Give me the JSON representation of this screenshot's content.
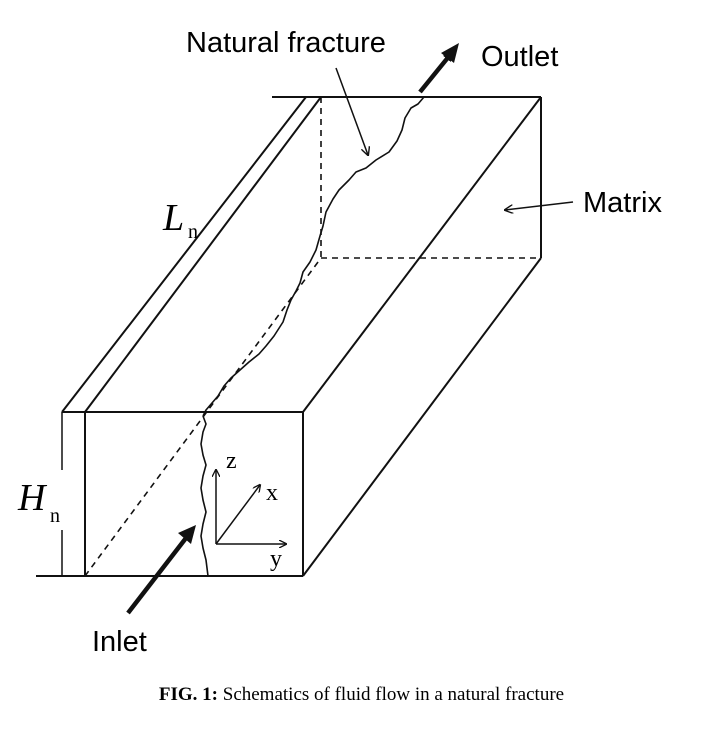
{
  "diagram": {
    "labels": {
      "natural_fracture": "Natural fracture",
      "outlet": "Outlet",
      "matrix": "Matrix",
      "inlet": "Inlet",
      "length_symbol": "L",
      "length_subscript": "n",
      "height_symbol": "H",
      "height_subscript": "n",
      "axis_z": "z",
      "axis_x": "x",
      "axis_y": "y"
    }
  },
  "caption": {
    "label": "FIG. 1:",
    "text": "Schematics of fluid flow in a natural fracture"
  }
}
